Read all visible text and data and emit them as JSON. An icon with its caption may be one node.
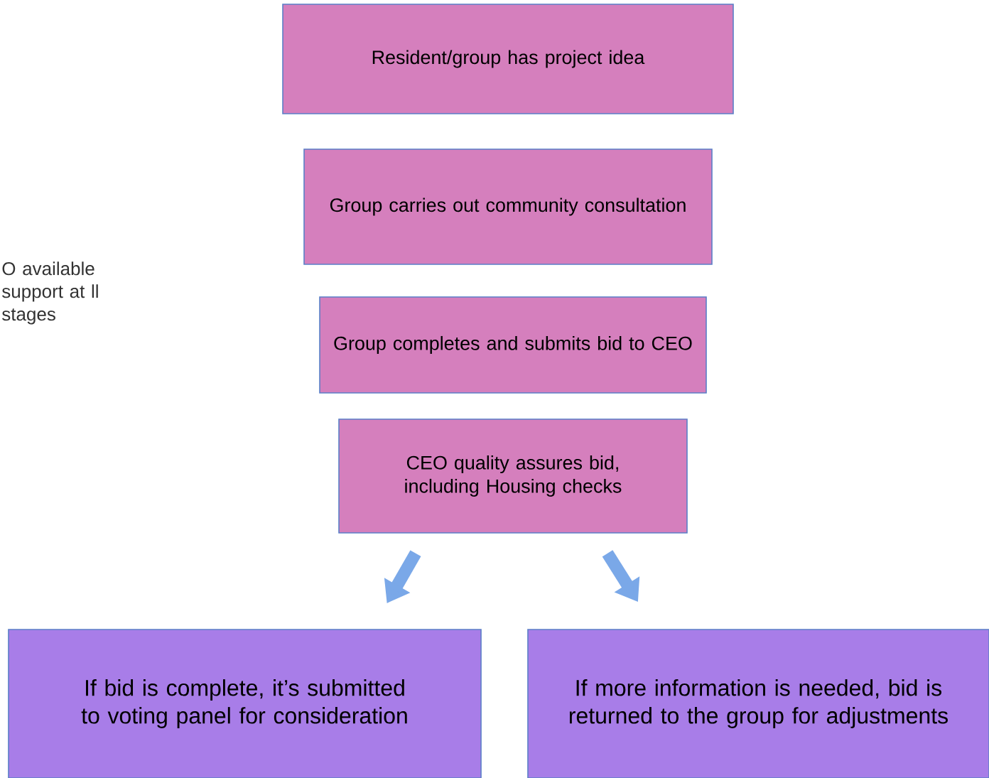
{
  "diagram": {
    "nodes": [
      {
        "text": [
          "Resident/group has project idea"
        ]
      },
      {
        "text": [
          "Group carries out community consultation"
        ]
      },
      {
        "text": [
          "Group completes and submits bid to CEO"
        ]
      },
      {
        "text": [
          "CEO quality assures bid, including Housing checks"
        ]
      },
      {
        "text": [
          "If bid is complete, it’s submitted to voting panel for consideration"
        ]
      },
      {
        "text": [
          "If more information is needed, bid is returned to the group for adjustments"
        ]
      }
    ],
    "edges": [
      {
        "from": 3,
        "to": 4,
        "arrow": "to"
      },
      {
        "from": 3,
        "to": 5,
        "arrow": "to"
      }
    ],
    "labels": [
      "O available support at ll stages"
    ]
  }
}
